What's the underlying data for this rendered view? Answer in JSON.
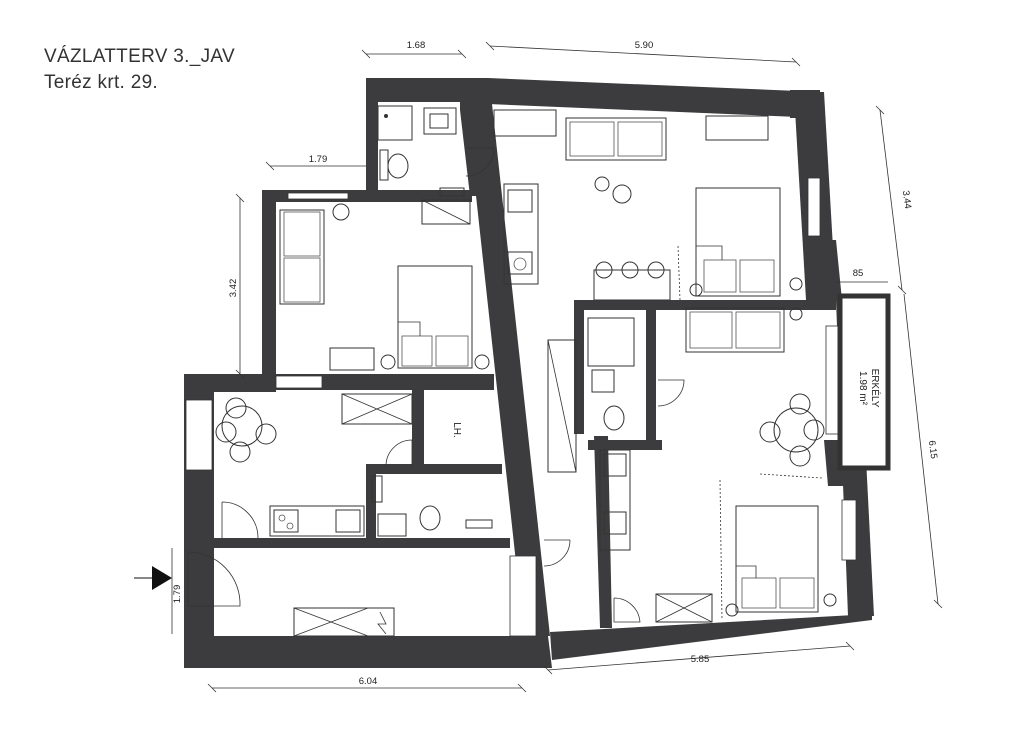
{
  "header": {
    "title": "VÁZLATTERV 3._JAV",
    "address": "Teréz krt. 29."
  },
  "dimensions": {
    "top_small": "1.68",
    "top_large": "5.90",
    "left_small": "1.79",
    "right_upper": "3.44",
    "left_height": "3.42",
    "balcony_gap": "85",
    "right_total": "6.15",
    "entrance": "1.79",
    "bottom_right": "5.85",
    "bottom_left": "6.04"
  },
  "labels": {
    "lh": "LH.",
    "balcony_name": "ERKÉLY",
    "balcony_area": "1.98 m²"
  },
  "colors": {
    "wall": "#3c3c3e",
    "line": "#333333",
    "background": "#ffffff"
  }
}
